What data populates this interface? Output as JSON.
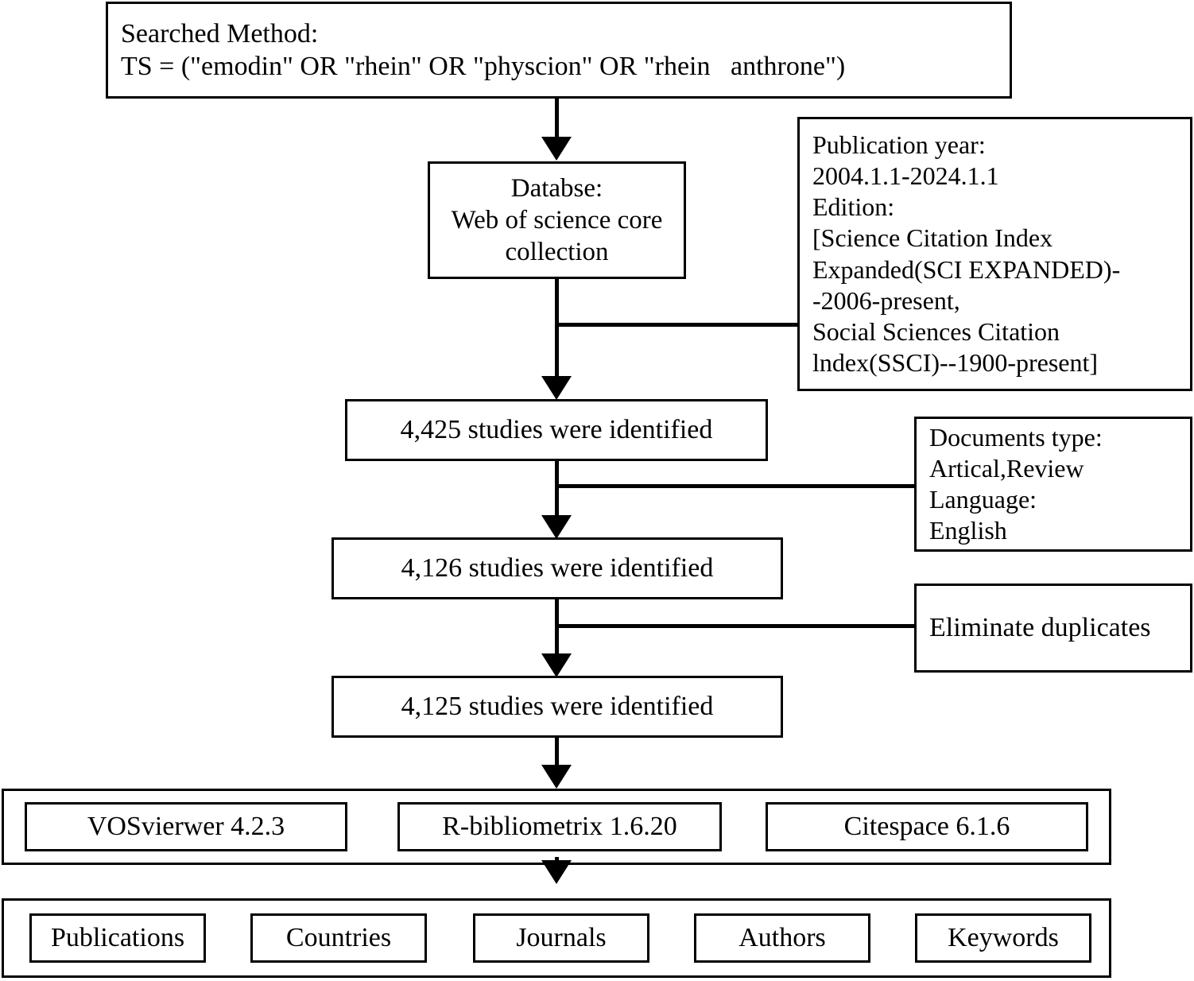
{
  "diagram": {
    "title": "Bibliometric study selection flowchart",
    "colors": {
      "line": "#000000",
      "background": "#ffffff",
      "text": "#000000"
    },
    "search_box": {
      "line1": "Searched Method:",
      "line2": "TS = (\"emodin\" OR \"rhein\" OR \"physcion\" OR \"rhein   anthrone\")"
    },
    "database_box": {
      "line1": "Databse:",
      "line2": "Web of science core",
      "line3": "collection"
    },
    "publication_filter_box": {
      "line1": "Publication year:",
      "line2": "2004.1.1-2024.1.1",
      "line3": "Edition:",
      "line4": "[Science Citation Index",
      "line5": "Expanded(SCI EXPANDED)-",
      "line6": "-2006-present,",
      "line7": "Social Sciences Citation",
      "line8": "lndex(SSCI)--1900-present]"
    },
    "identified_1": "4,425 studies were identified",
    "documents_filter_box": {
      "line1": "Documents type:",
      "line2": "Artical,Review",
      "line3": "Language:",
      "line4": "English"
    },
    "identified_2": "4,126 studies were identified",
    "duplicates_filter_box": {
      "line1": "Eliminate duplicates"
    },
    "identified_3": "4,125 studies were identified",
    "software": [
      {
        "label": "VOSvierwer 4.2.3"
      },
      {
        "label": "R-bibliometrix 1.6.20"
      },
      {
        "label": "Citespace 6.1.6"
      }
    ],
    "outputs": [
      {
        "label": "Publications"
      },
      {
        "label": "Countries"
      },
      {
        "label": "Journals"
      },
      {
        "label": "Authors"
      },
      {
        "label": "Keywords"
      }
    ]
  }
}
